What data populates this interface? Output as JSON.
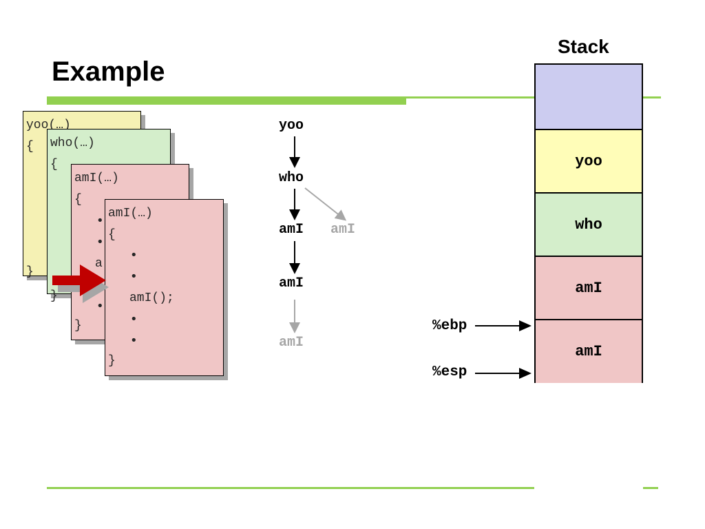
{
  "slide": {
    "title": "Example"
  },
  "code_cards": {
    "yoo": {
      "header": "yoo(…)",
      "open": "{",
      "close": "}"
    },
    "who": {
      "header": "who(…)",
      "open": "{",
      "close": "}"
    },
    "ami_outer": {
      "header": "amI(…)",
      "open": "{",
      "dot": "•",
      "partial_call": "a",
      "close": "}"
    },
    "ami_inner": {
      "header": "amI(…)",
      "open": "{",
      "dot": "•",
      "call": "amI();",
      "close": "}"
    }
  },
  "call_chain": {
    "nodes": [
      "yoo",
      "who",
      "amI",
      "amI"
    ],
    "side_node": "amI",
    "next_node": "amI",
    "active_color": "#000000",
    "inactive_color": "#a6a6a6"
  },
  "stack": {
    "header": "Stack",
    "frames": [
      {
        "label": "",
        "color": "#ccccf0"
      },
      {
        "label": "yoo",
        "color": "#fffdb8"
      },
      {
        "label": "who",
        "color": "#d4eecb"
      },
      {
        "label": "amI",
        "color": "#f0c6c6"
      },
      {
        "label": "amI",
        "color": "#f0c6c6"
      }
    ],
    "registers": {
      "ebp": "%ebp",
      "esp": "%esp"
    }
  },
  "colors": {
    "accent_bar": "#92d050",
    "pointer_arrow": "#c00000"
  }
}
